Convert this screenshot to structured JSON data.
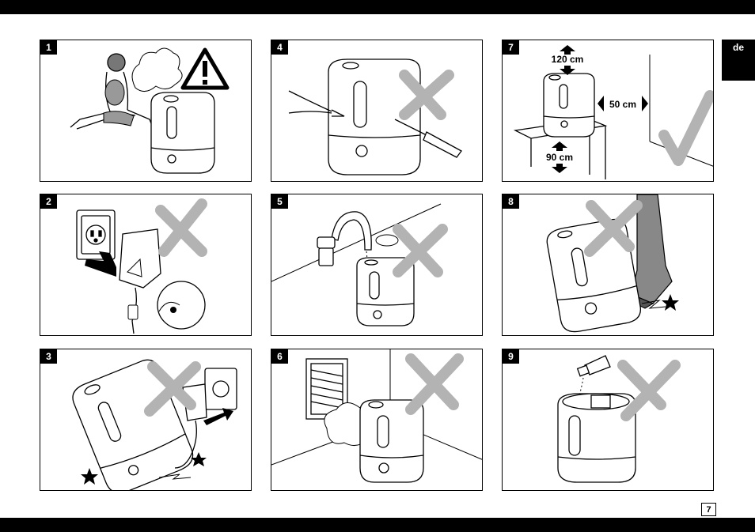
{
  "page": {
    "language_tab": "de",
    "page_number": "7"
  },
  "panels": [
    {
      "num": "1"
    },
    {
      "num": "2"
    },
    {
      "num": "3"
    },
    {
      "num": "4"
    },
    {
      "num": "5"
    },
    {
      "num": "6"
    },
    {
      "num": "7",
      "dims": {
        "top": "120 cm",
        "side": "50 cm",
        "bottom": "90 cm"
      }
    },
    {
      "num": "8"
    },
    {
      "num": "9"
    }
  ],
  "colors": {
    "bar": "#000000",
    "cross": "#b3b3b3",
    "check": "#b3b3b3",
    "line": "#000000"
  }
}
